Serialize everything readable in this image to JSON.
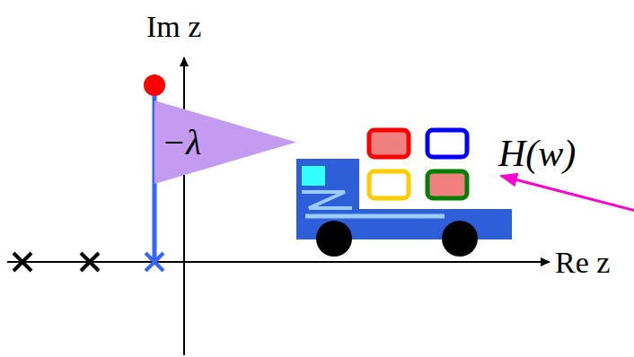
{
  "diagram": {
    "nodes": [
      {
        "text": [
          "−λ"
        ]
      }
    ],
    "labels": [
      "Im z",
      "Re z",
      "H(w)"
    ]
  }
}
